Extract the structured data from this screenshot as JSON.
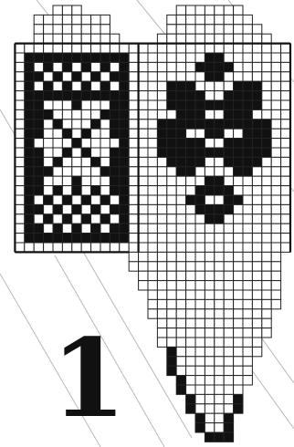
{
  "figure": {
    "number_label": "1"
  },
  "colors": {
    "ink": "#111111",
    "paper": "#ffffff",
    "grid": "#222222",
    "diagonal": "#b8b8b8"
  },
  "pattern": {
    "symbol_meaning": "",
    "regions": [
      {
        "name": "left-column-rows",
        "shape": "rectangle"
      },
      {
        "name": "right-column-flower",
        "shape": "rectangle"
      },
      {
        "name": "lower-tapered-block",
        "shape": "stepped"
      }
    ]
  }
}
